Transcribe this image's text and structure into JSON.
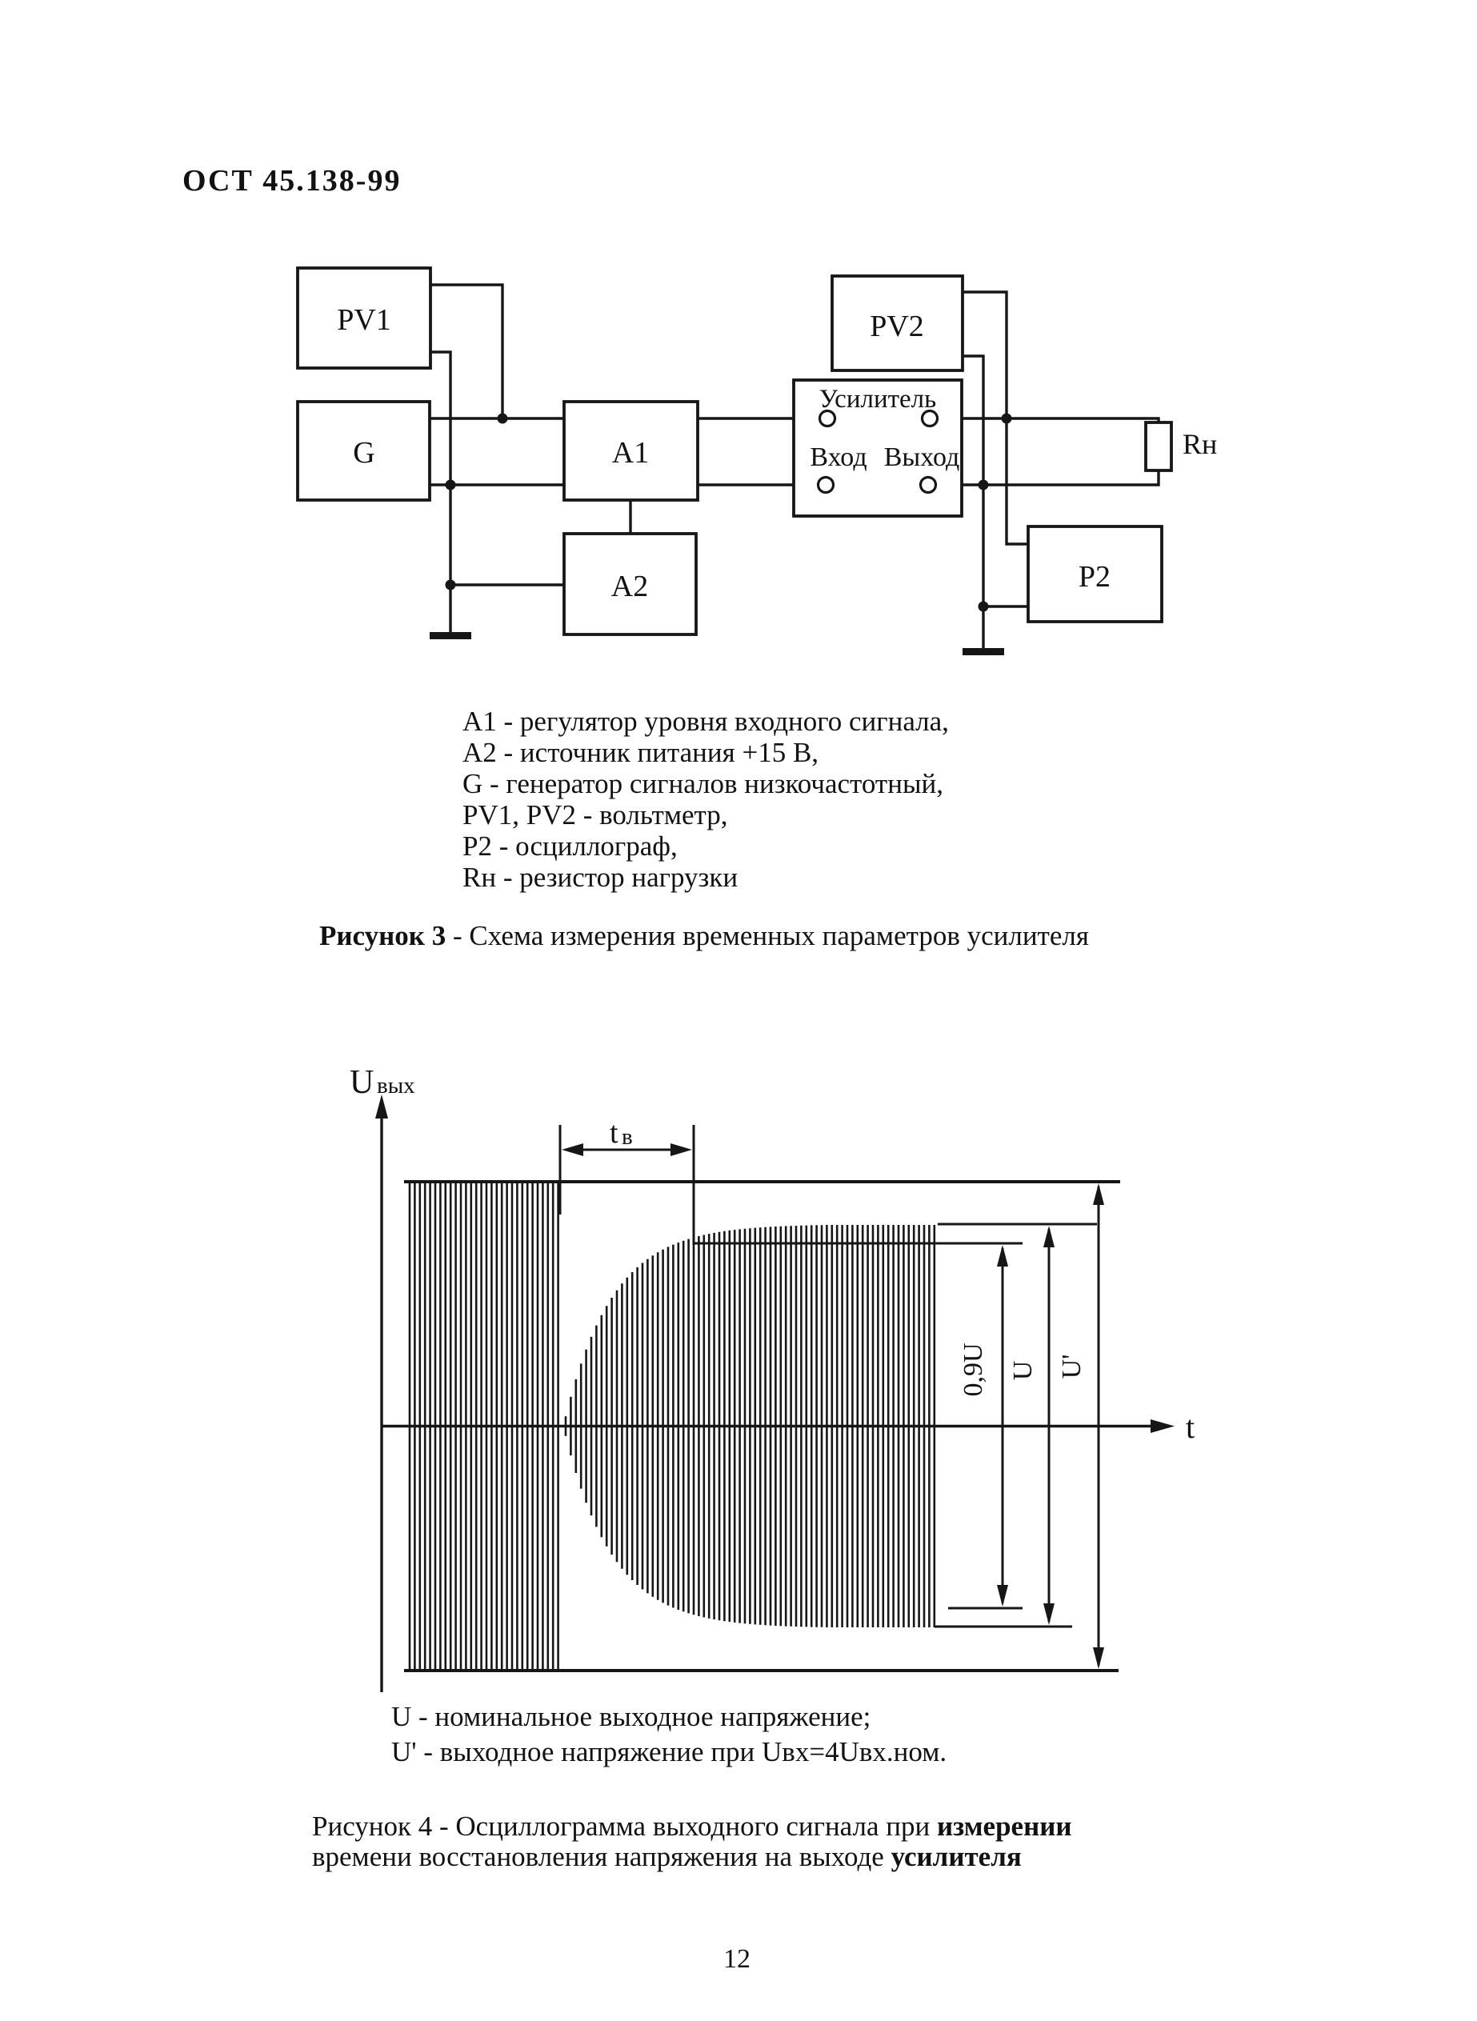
{
  "page": {
    "header": "ОСТ 45.138-99",
    "page_number": "12"
  },
  "figure3": {
    "boxes": {
      "pv1": "PV1",
      "g": "G",
      "a1": "A1",
      "a2": "A2",
      "pv2": "PV2",
      "p2": "Р2"
    },
    "amplifier": {
      "title": "Усилитель",
      "input": "Вход",
      "output": "Выход"
    },
    "load": "Rн",
    "legend": [
      "А1 - регулятор уровня входного сигнала,",
      "А2 - источник питания +15 В,",
      "G - генератор сигналов низкочастотный,",
      "PV1, PV2 - вольтметр,",
      "Р2 - осциллограф,",
      "Rн - резистор нагрузки"
    ],
    "caption_prefix": "Рисунок 3",
    "caption_rest": " - Схема измерения временных параметров усилителя"
  },
  "figure4": {
    "y_axis_main": "U",
    "y_axis_sub": "вых",
    "x_axis": "t",
    "tb_main": "t",
    "tb_sub": "в",
    "levels": {
      "l09u": "0,9U",
      "u": "U",
      "uprime": "U'"
    },
    "legend": [
      "U - номинальное выходное напряжение;",
      "U' - выходное напряжение при Uвх=4Uвх.ном."
    ],
    "caption_line1": "Рисунок 4 - Осциллограмма выходного сигнала при ",
    "caption_line1_bold": "измерении",
    "caption_line2": "времени восстановления напряжения на выходе ",
    "caption_line2_bold": "усилителя"
  }
}
